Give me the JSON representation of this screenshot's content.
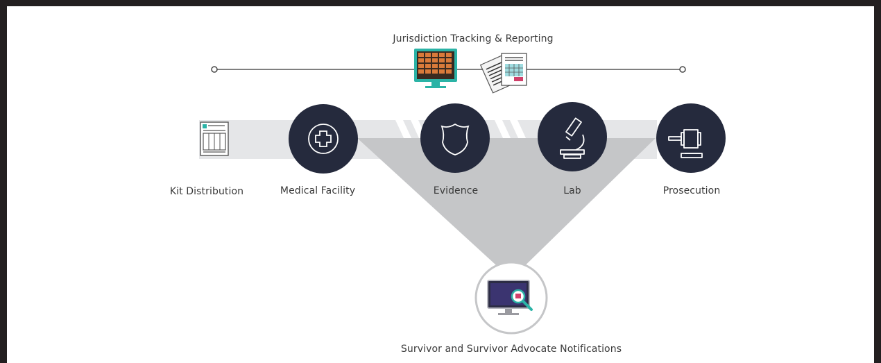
{
  "header": {
    "title": "Jurisdiction Tracking & Reporting"
  },
  "stages": [
    {
      "label": "Kit Distribution",
      "icon": "kit-form-icon"
    },
    {
      "label": "Medical Facility",
      "icon": "medical-cross-icon"
    },
    {
      "label": "Evidence",
      "icon": "police-badge-icon"
    },
    {
      "label": "Lab",
      "icon": "microscope-icon"
    },
    {
      "label": "Prosecution",
      "icon": "gavel-icon"
    }
  ],
  "notifications": {
    "label": "Survivor and Survivor Advocate Notifications",
    "icon": "monitor-magnifier-icon"
  },
  "colors": {
    "frame": "#231f20",
    "circle": "#252a3d",
    "band": "#e5e6e8",
    "funnel": "#c5c6c8",
    "monitor_teal": "#2bb3a6",
    "text": "#3a3a3a"
  }
}
